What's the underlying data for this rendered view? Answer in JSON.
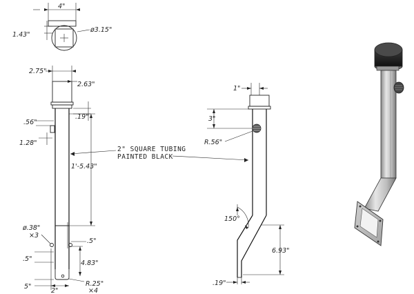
{
  "dimensions": {
    "top_width": "4\"",
    "cap_height": "1.43\"",
    "cap_diameter": "ø3.15\"",
    "base_width": "2.75\"",
    "base_width_inner": "2.63\"",
    "collar": ".19\"",
    "side_offset": ".56\"",
    "mark_height": "1.28\"",
    "main_length": "1'-5.43\"",
    "hole_dia": "ø.38\"",
    "hole_count": "×3",
    "hole_spacing_a": ".5\"",
    "hole_spacing_b": ".5\"",
    "plate_length": "4.83\"",
    "bottom_edge": "5\"",
    "bottom_width": "2\"",
    "corner_radius": "R.25\"",
    "corner_count": "×4",
    "side_top": "1\"",
    "side_offset_3": "3\"",
    "vent_radius": "R.56\"",
    "bend_angle": "150°",
    "foot_height": "6.93\"",
    "foot_thickness": ".19\""
  },
  "callout": {
    "line1": "2\" SQUARE TUBING",
    "line2": "PAINTED BLACK"
  },
  "icons": [
    "plus-marker-icon",
    "vent-grille-icon"
  ]
}
